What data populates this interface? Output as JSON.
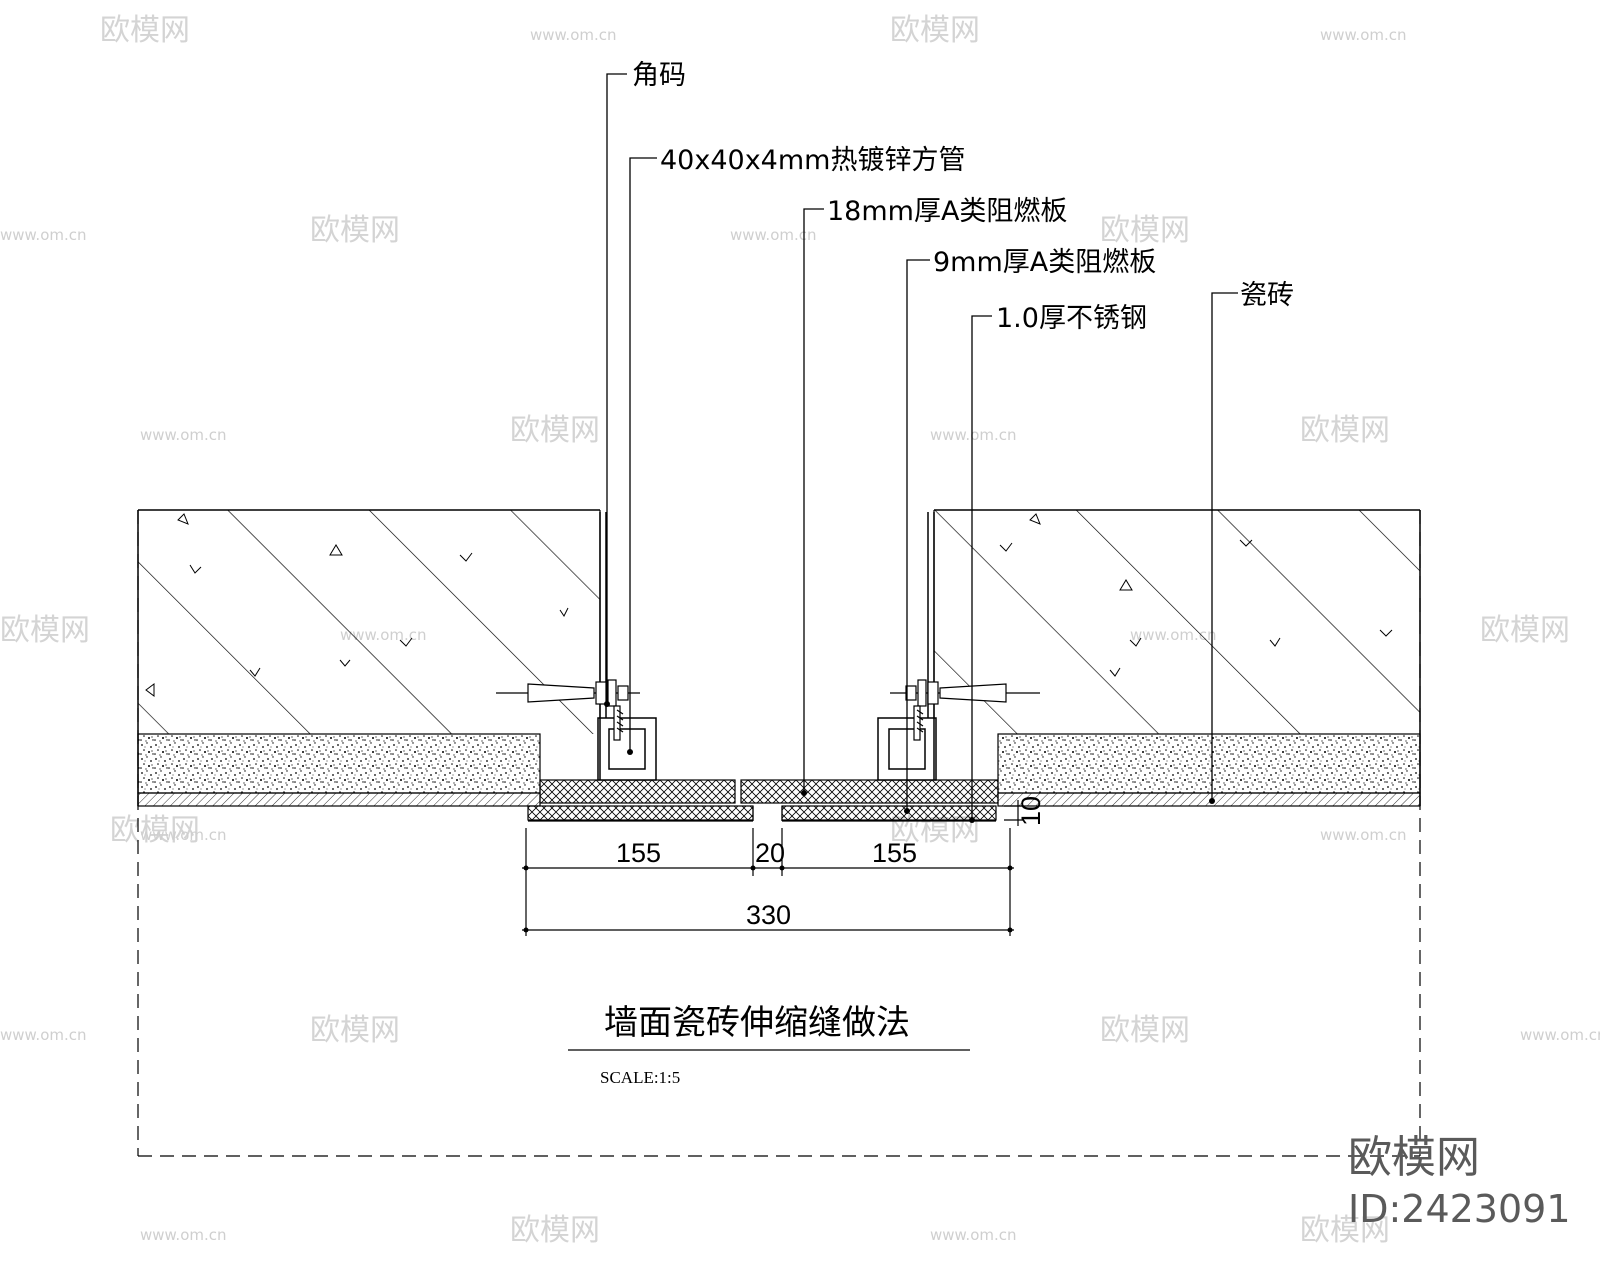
{
  "drawing": {
    "callouts": [
      {
        "id": "corner-bracket",
        "text": "角码"
      },
      {
        "id": "square-tube",
        "text": "40x40x4mm热镀锌方管"
      },
      {
        "id": "board-18mm",
        "text": "18mm厚A类阻燃板"
      },
      {
        "id": "board-9mm",
        "text": "9mm厚A类阻燃板"
      },
      {
        "id": "stainless-steel",
        "text": "1.0厚不锈钢"
      },
      {
        "id": "ceramic-tile",
        "text": "瓷砖"
      }
    ],
    "dimensions": {
      "left": "155",
      "gap": "20",
      "right": "155",
      "total": "330",
      "thickness": "10"
    },
    "title": "墙面瓷砖伸缩缝做法",
    "scale": "SCALE:1:5"
  },
  "watermark": {
    "brand": "欧模网",
    "id": "ID:2423091",
    "url": "www.om.cn",
    "tile": "欧模网"
  },
  "colors": {
    "line": "#000000",
    "watermark_faint": "#d4d4d4",
    "watermark_strong": "#5a5a5a"
  }
}
